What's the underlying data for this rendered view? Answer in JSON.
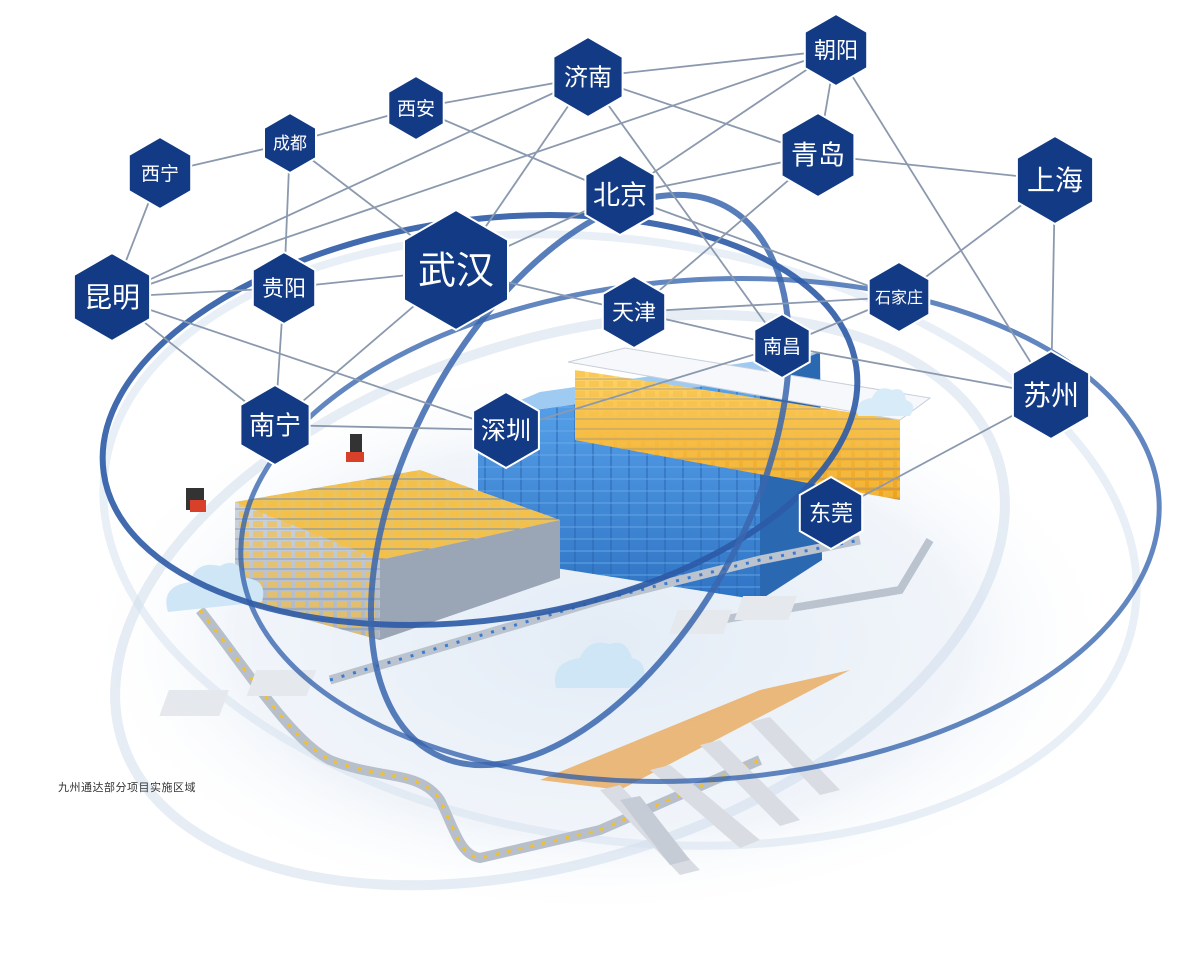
{
  "caption": "九州通达部分项目实施区域",
  "colors": {
    "node_fill": "#123a85",
    "node_stroke": "#ffffff",
    "link": "#8b99ae",
    "orbit": "#2c5aa6",
    "rack_blue": "#3f88d8",
    "rack_yellow": "#f4b42a",
    "cloud": "#cfe6f6"
  },
  "icons": [
    "cloud-icon",
    "forklift-icon"
  ],
  "nodes": [
    {
      "id": "chaoyang",
      "label": "朝阳"
    },
    {
      "id": "jinan",
      "label": "济南"
    },
    {
      "id": "xian",
      "label": "西安"
    },
    {
      "id": "chengdu",
      "label": "成都"
    },
    {
      "id": "xining",
      "label": "西宁"
    },
    {
      "id": "qingdao",
      "label": "青岛"
    },
    {
      "id": "shanghai",
      "label": "上海"
    },
    {
      "id": "beijing",
      "label": "北京"
    },
    {
      "id": "wuhan",
      "label": "武汉"
    },
    {
      "id": "kunming",
      "label": "昆明"
    },
    {
      "id": "guiyang",
      "label": "贵阳"
    },
    {
      "id": "shijiazhuang",
      "label": "石家庄"
    },
    {
      "id": "tianjin",
      "label": "天津"
    },
    {
      "id": "nanchang",
      "label": "南昌"
    },
    {
      "id": "suzhou",
      "label": "苏州"
    },
    {
      "id": "nanning",
      "label": "南宁"
    },
    {
      "id": "shenzhen",
      "label": "深圳"
    },
    {
      "id": "dongguan",
      "label": "东莞"
    }
  ],
  "links": [
    [
      "xining",
      "chengdu"
    ],
    [
      "chengdu",
      "xian"
    ],
    [
      "xian",
      "jinan"
    ],
    [
      "jinan",
      "chaoyang"
    ],
    [
      "xining",
      "kunming"
    ],
    [
      "chengdu",
      "guiyang"
    ],
    [
      "chengdu",
      "wuhan"
    ],
    [
      "xian",
      "beijing"
    ],
    [
      "jinan",
      "qingdao"
    ],
    [
      "jinan",
      "wuhan"
    ],
    [
      "jinan",
      "kunming"
    ],
    [
      "jinan",
      "nanchang"
    ],
    [
      "chaoyang",
      "beijing"
    ],
    [
      "chaoyang",
      "suzhou"
    ],
    [
      "chaoyang",
      "qingdao"
    ],
    [
      "qingdao",
      "shanghai"
    ],
    [
      "qingdao",
      "tianjin"
    ],
    [
      "qingdao",
      "beijing"
    ],
    [
      "shanghai",
      "suzhou"
    ],
    [
      "shanghai",
      "shijiazhuang"
    ],
    [
      "beijing",
      "wuhan"
    ],
    [
      "beijing",
      "shijiazhuang"
    ],
    [
      "kunming",
      "guiyang"
    ],
    [
      "kunming",
      "nanning"
    ],
    [
      "kunming",
      "shenzhen"
    ],
    [
      "kunming",
      "chaoyang"
    ],
    [
      "guiyang",
      "wuhan"
    ],
    [
      "guiyang",
      "nanning"
    ],
    [
      "wuhan",
      "tianjin"
    ],
    [
      "wuhan",
      "nanning"
    ],
    [
      "tianjin",
      "shijiazhuang"
    ],
    [
      "tianjin",
      "nanchang"
    ],
    [
      "nanchang",
      "suzhou"
    ],
    [
      "nanchang",
      "shijiazhuang"
    ],
    [
      "nanchang",
      "shenzhen"
    ],
    [
      "suzhou",
      "dongguan"
    ],
    [
      "nanning",
      "shenzhen"
    ]
  ]
}
